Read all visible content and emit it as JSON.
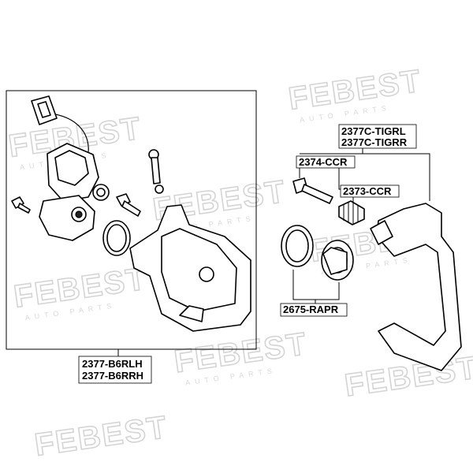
{
  "brand": "FEBEST",
  "brand_sub": "AUTO PARTS",
  "labels": {
    "caliper_lh": "2377-B6RLH",
    "caliper_rh": "2377-B6RRH",
    "bracket_l": "2377C-TIGRL",
    "bracket_r": "2377C-TIGRR",
    "bolt": "2374-CCR",
    "boot": "2373-CCR",
    "repair_kit": "2675-RAPR"
  },
  "colors": {
    "line": "#000000",
    "watermark": "#d4d4d4",
    "background": "#ffffff"
  }
}
